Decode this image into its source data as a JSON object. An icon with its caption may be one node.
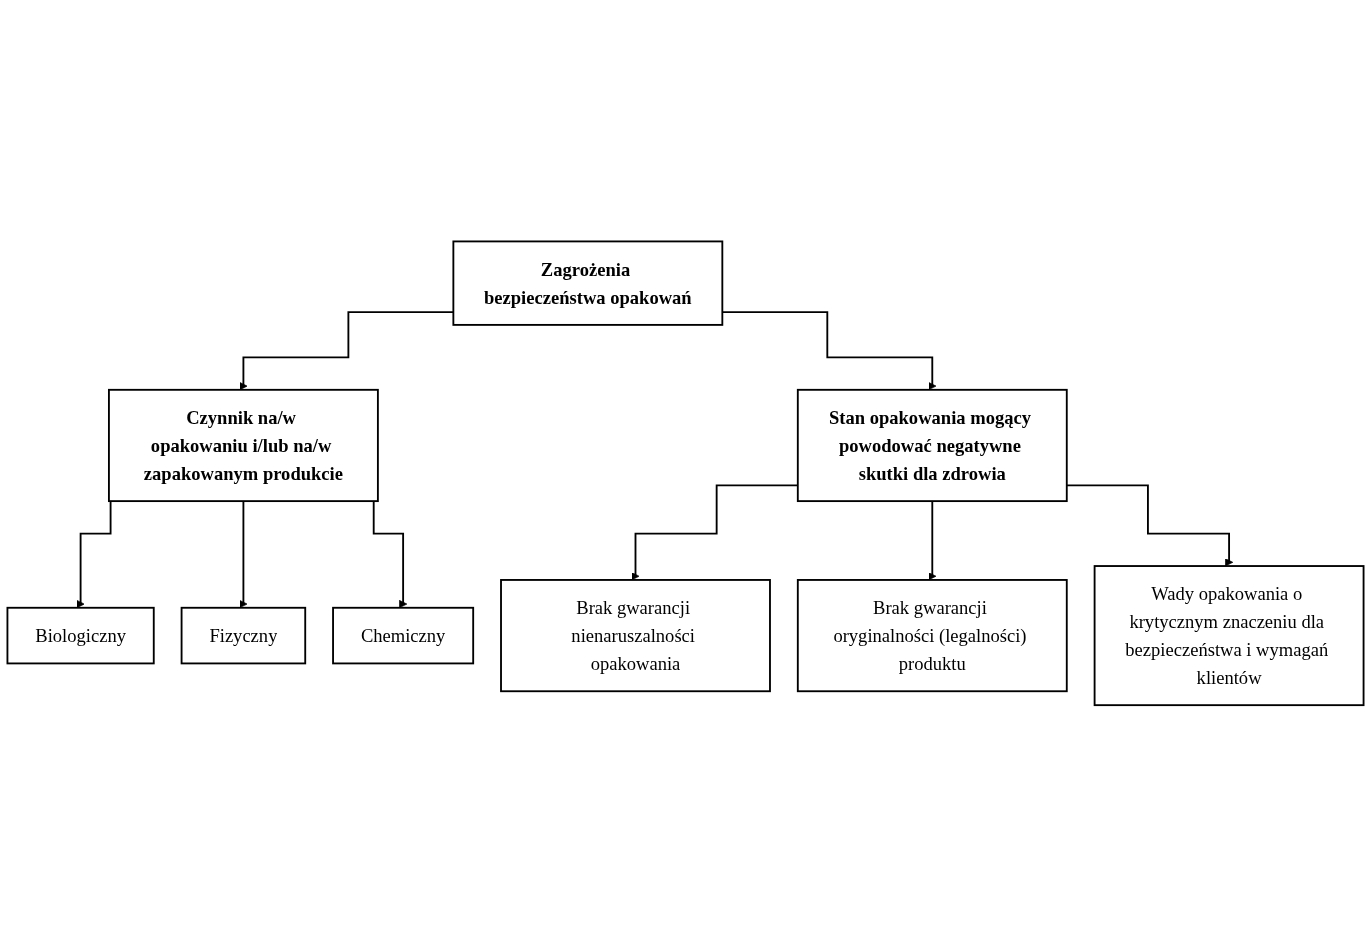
{
  "diagram": {
    "nodes": [
      {
        "text": [
          "Zagrożenia bezpieczeństwa opakowań"
        ]
      },
      {
        "text": [
          "Czynnik na/w opakowaniu i/lub na/w zapakowanym produkcie"
        ]
      },
      {
        "text": [
          "Stan opakowania mogący powodować negatywne skutki dla zdrowia"
        ]
      },
      {
        "text": [
          "Biologiczny"
        ]
      },
      {
        "text": [
          "Fizyczny"
        ]
      },
      {
        "text": [
          "Chemiczny"
        ]
      },
      {
        "text": [
          "Brak gwarancji nienaruszalności opakowania"
        ]
      },
      {
        "text": [
          "Brak gwarancji oryginalności (legalności) produktu"
        ]
      },
      {
        "text": [
          "Wady opakowania o krytycznym znaczeniu dla bezpieczeństwa i wymagań klientów"
        ]
      }
    ],
    "edges": [
      {
        "from": 0,
        "to": 1,
        "arrow": "to"
      },
      {
        "from": 0,
        "to": 2,
        "arrow": "to"
      },
      {
        "from": 1,
        "to": 3,
        "arrow": "to"
      },
      {
        "from": 1,
        "to": 4,
        "arrow": "to"
      },
      {
        "from": 1,
        "to": 5,
        "arrow": "to"
      },
      {
        "from": 2,
        "to": 6,
        "arrow": "to"
      },
      {
        "from": 2,
        "to": 7,
        "arrow": "to"
      },
      {
        "from": 2,
        "to": 8,
        "arrow": "to"
      }
    ]
  }
}
